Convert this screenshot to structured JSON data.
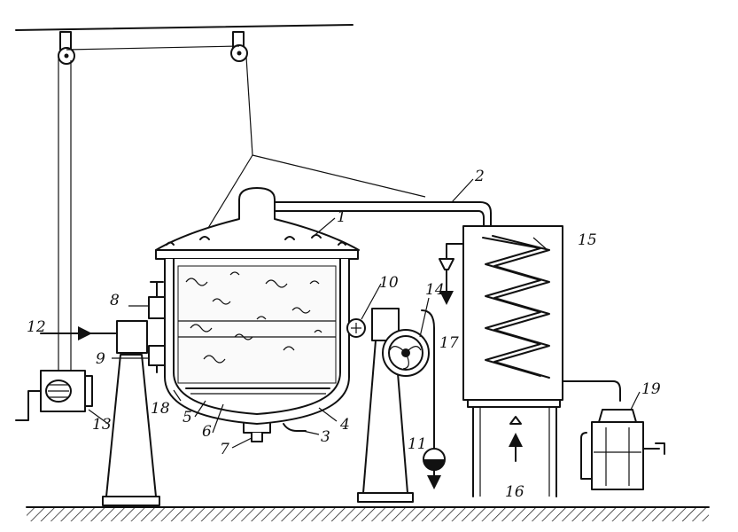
{
  "labels": [
    {
      "id": "1",
      "text": "1"
    },
    {
      "id": "2",
      "text": "2"
    },
    {
      "id": "3",
      "text": "3"
    },
    {
      "id": "4",
      "text": "4"
    },
    {
      "id": "5",
      "text": "5"
    },
    {
      "id": "6",
      "text": "6"
    },
    {
      "id": "7",
      "text": "7"
    },
    {
      "id": "8",
      "text": "8"
    },
    {
      "id": "9",
      "text": "9"
    },
    {
      "id": "10",
      "text": "10"
    },
    {
      "id": "11",
      "text": "11"
    },
    {
      "id": "12",
      "text": "12"
    },
    {
      "id": "13",
      "text": "13"
    },
    {
      "id": "14",
      "text": "14"
    },
    {
      "id": "15",
      "text": "15"
    },
    {
      "id": "16",
      "text": "16"
    },
    {
      "id": "17",
      "text": "17"
    },
    {
      "id": "18",
      "text": "18"
    },
    {
      "id": "19",
      "text": "19"
    }
  ]
}
